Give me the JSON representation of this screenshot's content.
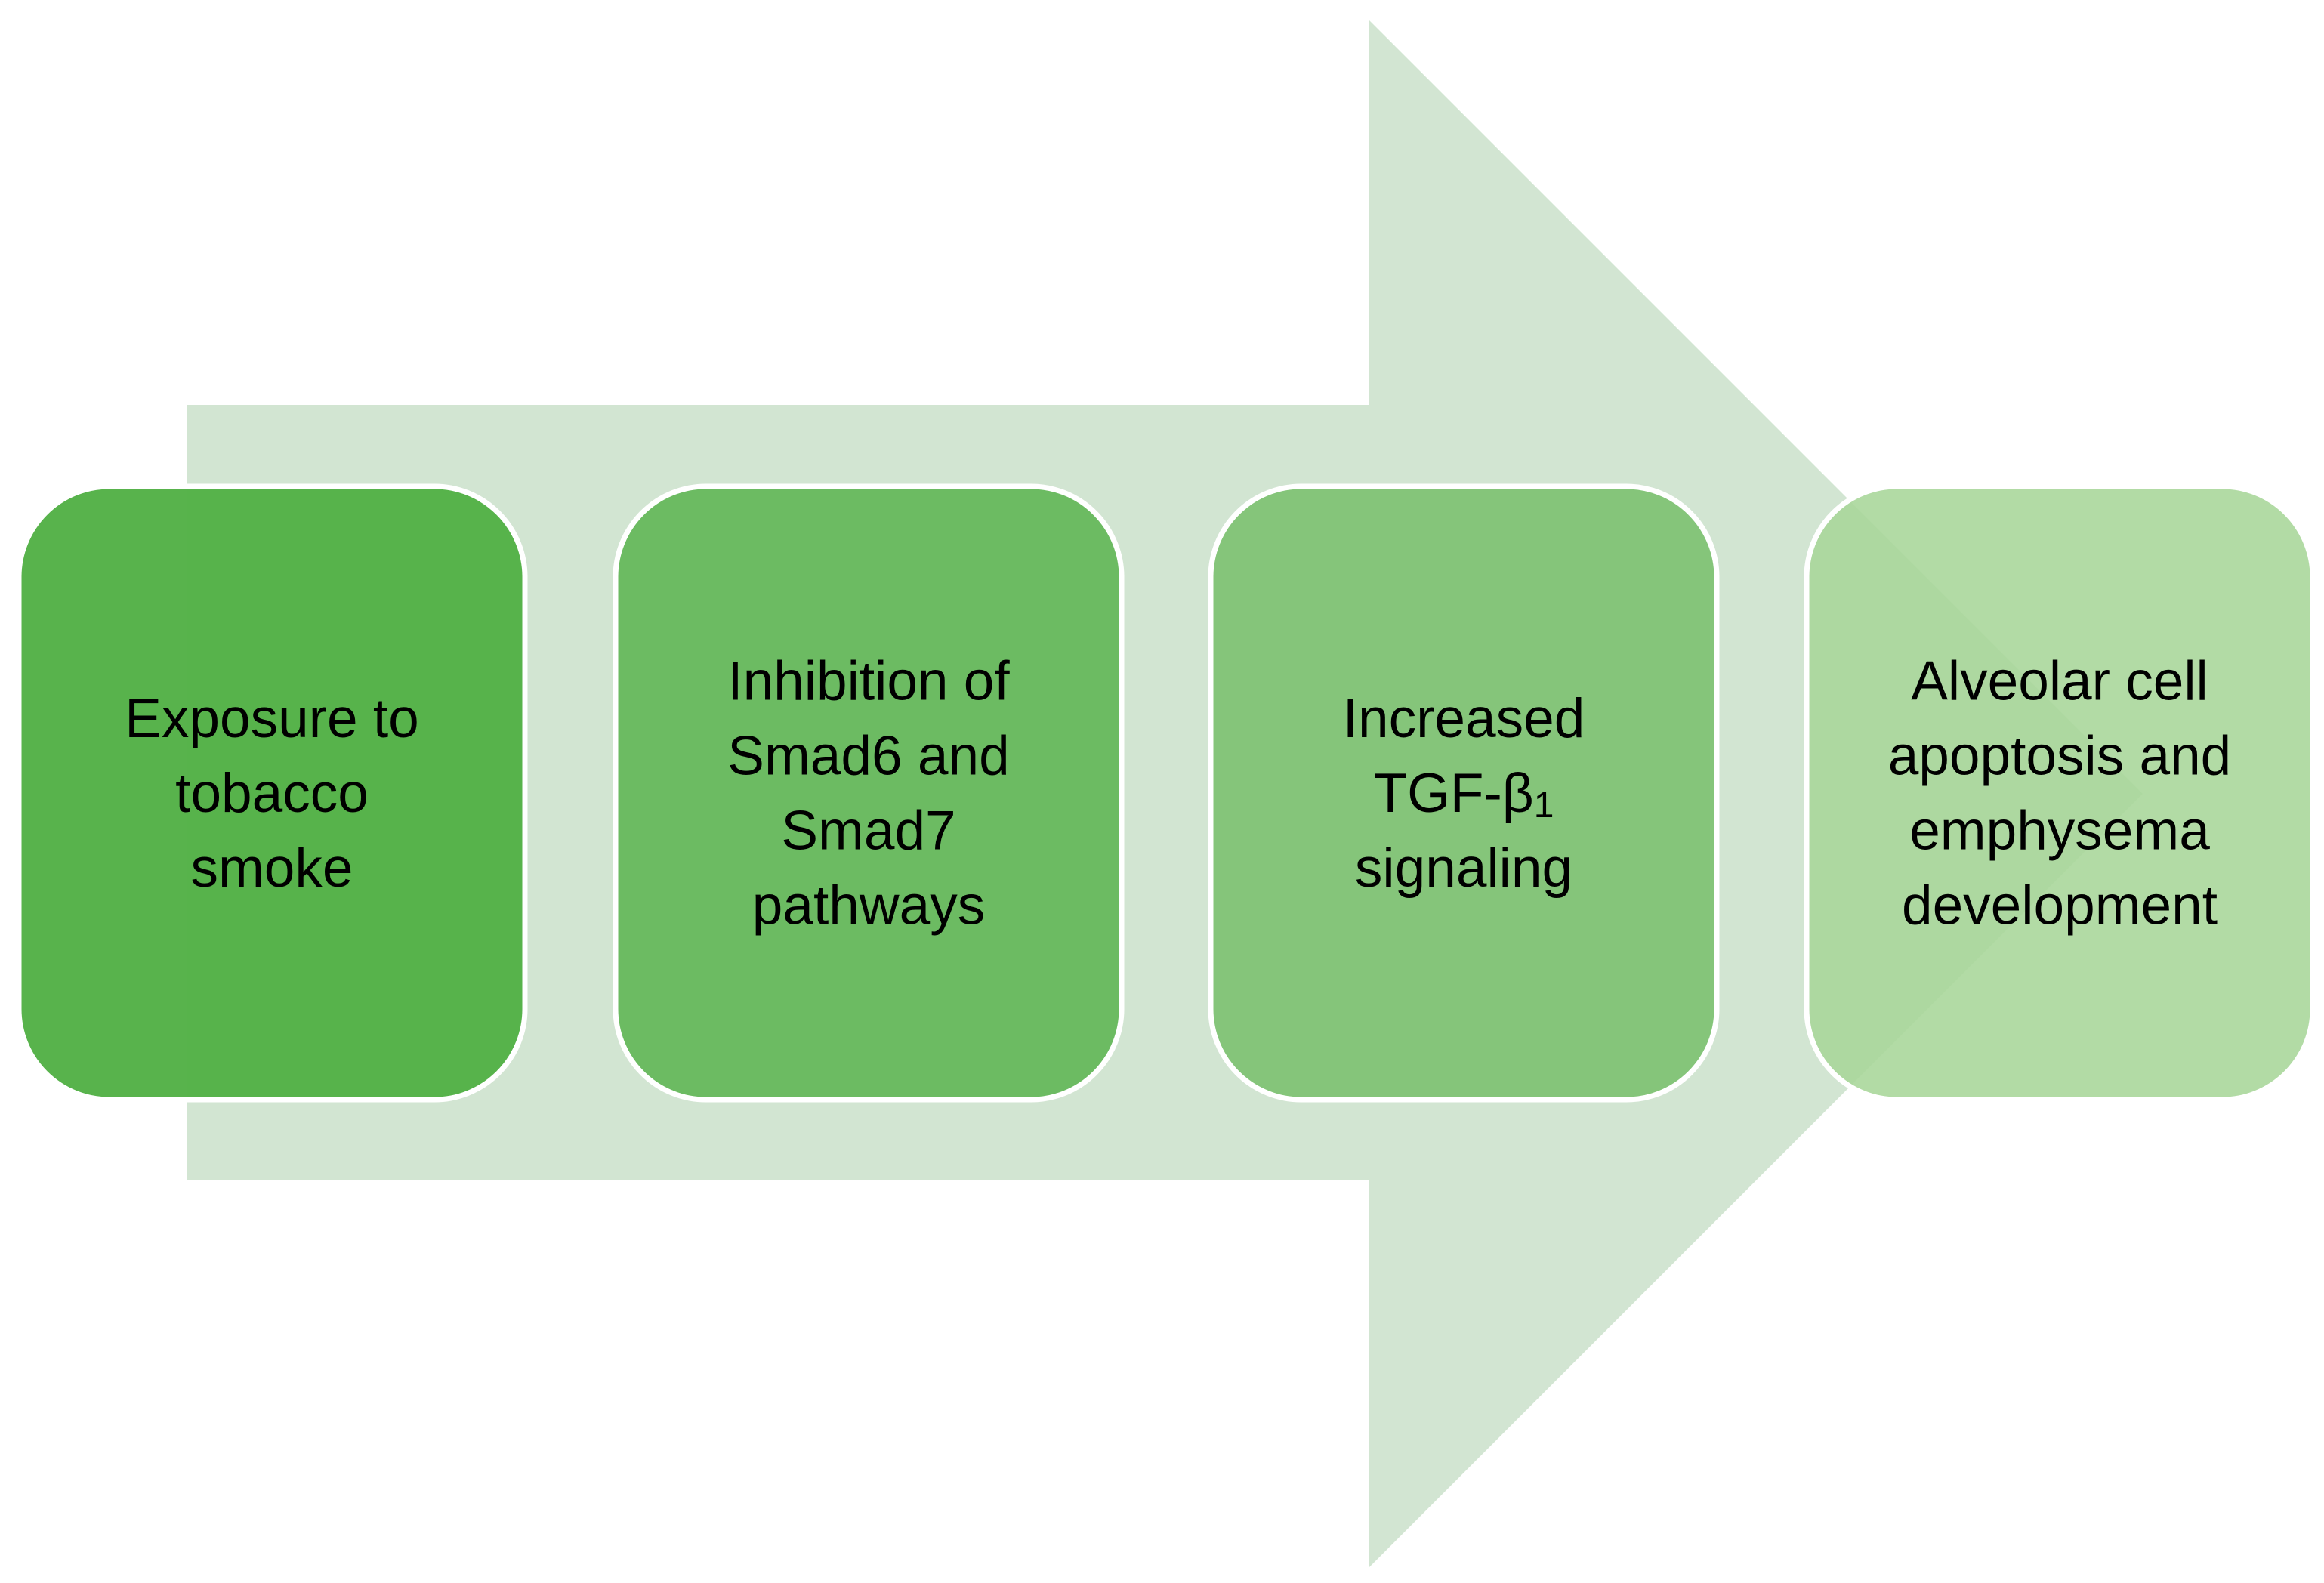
{
  "diagram": {
    "type": "process-flow",
    "arrow_color": "#d2e5d2",
    "box_border_color": "#ffffff",
    "text_color": "#000000",
    "steps": [
      {
        "lines": [
          [
            "Exposure to"
          ],
          [
            "tobacco"
          ],
          [
            "smoke"
          ]
        ],
        "fill": "#55b148",
        "opacity": 0.98
      },
      {
        "lines": [
          [
            "Inhibition of"
          ],
          [
            "Smad6 and"
          ],
          [
            "Smad7"
          ],
          [
            "pathways"
          ]
        ],
        "fill": "#6aba60",
        "opacity": 0.98
      },
      {
        "lines": [
          [
            "Increased"
          ],
          [
            "TGF-β",
            "1"
          ],
          [
            "signaling"
          ]
        ],
        "fill": "#84c478",
        "opacity": 0.98
      },
      {
        "lines": [
          [
            "Alveolar cell"
          ],
          [
            "apoptosis and"
          ],
          [
            "emphysema"
          ],
          [
            "development"
          ]
        ],
        "fill": "#a7d698",
        "opacity": 0.88
      }
    ]
  }
}
